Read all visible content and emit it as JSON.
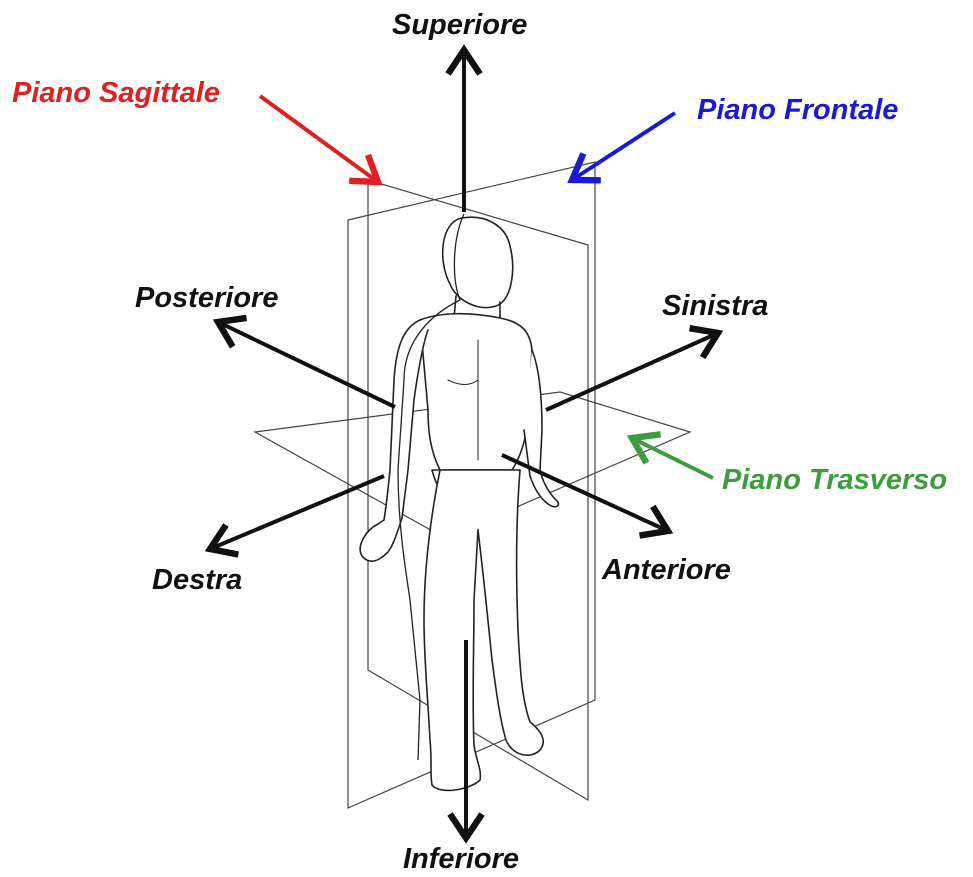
{
  "labels": {
    "superiore": "Superiore",
    "inferiore": "Inferiore",
    "posteriore": "Posteriore",
    "sinistra": "Sinistra",
    "destra": "Destra",
    "anteriore": "Anteriore",
    "piano_sagittale": "Piano Sagittale",
    "piano_frontale": "Piano Frontale",
    "piano_trasverso": "Piano Trasverso"
  },
  "colors": {
    "axis": "#111111",
    "sagittale": "#e02020",
    "frontale": "#1a1ad6",
    "trasverso": "#3e9b3e",
    "plane_stroke": "#444444",
    "figure_stroke": "#222222"
  }
}
